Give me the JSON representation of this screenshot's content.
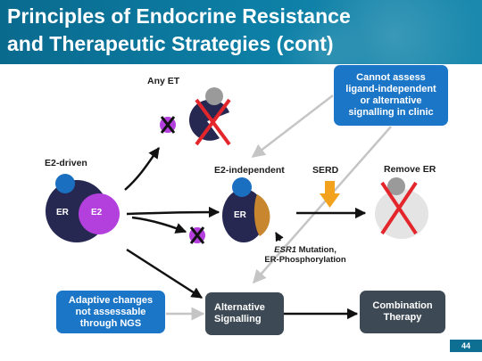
{
  "title_line1": "Principles of Endocrine Resistance",
  "title_line2": "and Therapeutic Strategies (cont)",
  "labels": {
    "any_et": "Any ET",
    "e2_driven": "E2-driven",
    "e2_independent": "E2-independent",
    "serd": "SERD",
    "remove_er": "Remove ER",
    "er": "ER",
    "e2": "E2",
    "esr1_italic": "ESR1",
    "mutation_rest": " Mutation,",
    "er_phos": "ER-Phosphorylation"
  },
  "boxes": {
    "cannot_assess": [
      "Cannot assess",
      "ligand-independent",
      "or alternative",
      "signalling in clinic"
    ],
    "adaptive": [
      "Adaptive changes",
      "not assessable",
      "through NGS"
    ],
    "alt_signalling": [
      "Alternative",
      "Signalling"
    ],
    "combination": [
      "Combination",
      "Therapy"
    ]
  },
  "page_number": "44",
  "colors": {
    "header": "#0d7fa6",
    "navy": "#262852",
    "blue_circle": "#1b6fc0",
    "purple": "#b33fdc",
    "orange": "#c8862f",
    "serd_arrow": "#f2a21c",
    "red_x": "#e3262b",
    "box_blue": "#1b76c8",
    "box_dark": "#3d4a55",
    "gray_arrow": "#c5c5c5"
  }
}
